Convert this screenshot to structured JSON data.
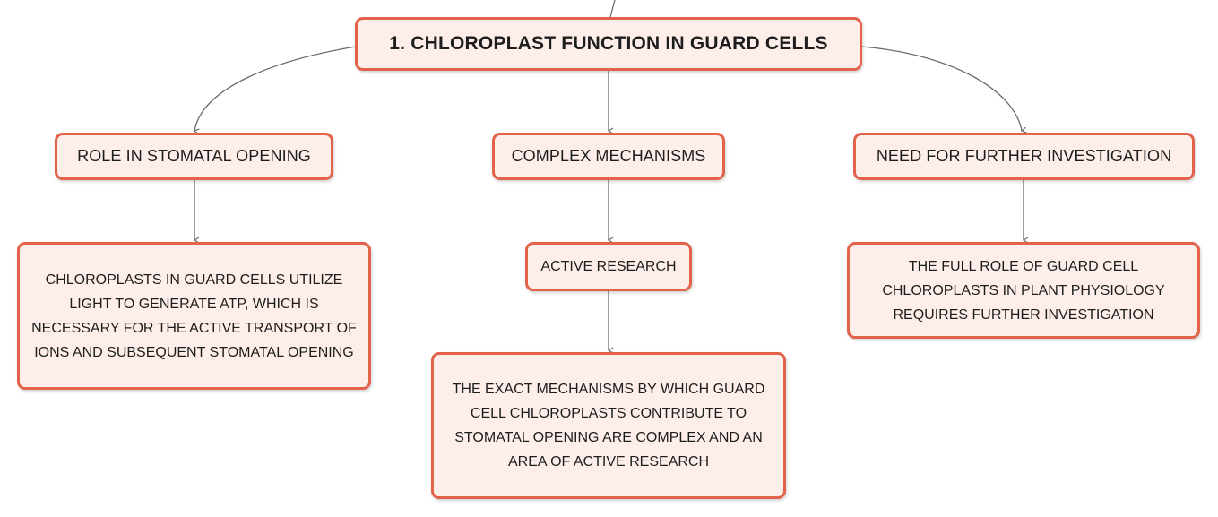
{
  "root": {
    "label": "1. CHLOROPLAST FUNCTION IN GUARD CELLS"
  },
  "branches": [
    {
      "label": "ROLE IN STOMATAL OPENING",
      "detail": "CHLOROPLASTS IN GUARD CELLS UTILIZE LIGHT TO GENERATE ATP, WHICH IS NECESSARY FOR THE ACTIVE TRANSPORT OF IONS AND SUBSEQUENT STOMATAL OPENING"
    },
    {
      "label": "COMPLEX MECHANISMS",
      "sub_label": "ACTIVE RESEARCH",
      "detail": "THE EXACT MECHANISMS BY WHICH GUARD CELL CHLOROPLASTS CONTRIBUTE TO STOMATAL OPENING ARE COMPLEX AND AN AREA OF ACTIVE RESEARCH"
    },
    {
      "label": "NEED FOR FURTHER INVESTIGATION",
      "detail": "THE FULL ROLE OF GUARD CELL CHLOROPLASTS IN PLANT PHYSIOLOGY REQUIRES FURTHER INVESTIGATION"
    }
  ],
  "colors": {
    "node_border": "#e2624a",
    "node_fill": "#fdeeea",
    "connector": "#6b6b6b",
    "text": "#1d1d1d"
  }
}
